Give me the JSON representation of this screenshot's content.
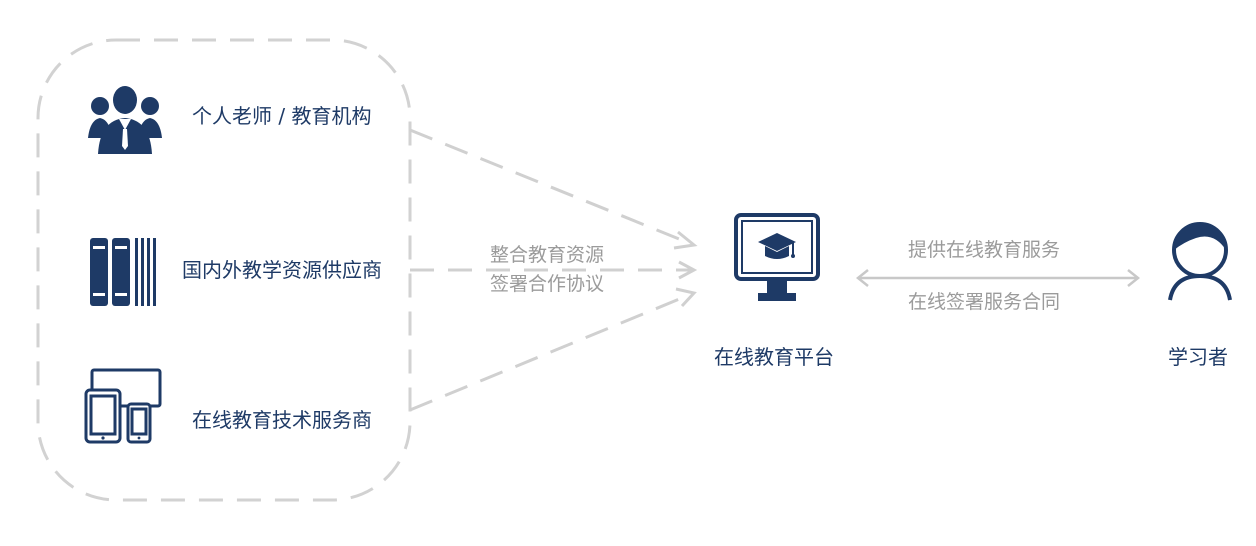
{
  "colors": {
    "navy": "#1e3a66",
    "gray_line": "#cdcdcd",
    "gray_text": "#9b9b9b"
  },
  "providers": [
    {
      "label": "个人老师 / 教育机构",
      "icon": "teachers-group-icon"
    },
    {
      "label": "国内外教学资源供应商",
      "icon": "books-shelf-icon"
    },
    {
      "label": "在线教育技术服务商",
      "icon": "devices-icon"
    }
  ],
  "integration": {
    "line1": "整合教育资源",
    "line2": "签署合作协议"
  },
  "platform": {
    "label": "在线教育平台",
    "icon": "monitor-graduation-cap-icon"
  },
  "service": {
    "line1": "提供在线教育服务",
    "line2": "在线签署服务合同"
  },
  "learner": {
    "label": "学习者",
    "icon": "learner-person-icon"
  }
}
